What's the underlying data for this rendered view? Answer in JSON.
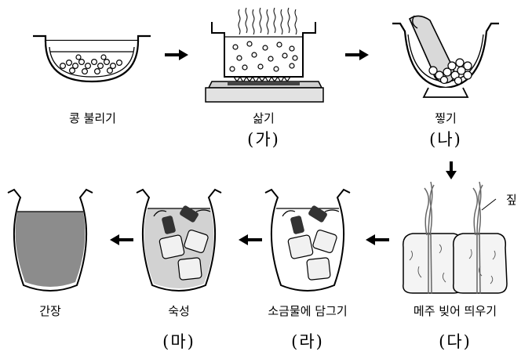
{
  "labels": {
    "bean_soak": "콩 불리기",
    "boil": "삶기",
    "pound": "찧기",
    "meju": "메주 빚어 띄우기",
    "salt_soak": "소금물에 담그기",
    "aging": "숙성",
    "soy_sauce": "간장",
    "straw": "짚"
  },
  "steps": {
    "ga": "(가)",
    "na": "(나)",
    "da": "(다)",
    "ra": "(라)",
    "ma": "(마)"
  },
  "icons": {
    "arrow": "black-arrow-icon",
    "soak_bowl": "bowl-with-beans-icon",
    "boil_pot": "pot-on-stove-icon",
    "mortar": "mortar-and-pestle-icon",
    "meju_blocks": "meju-blocks-with-straw-icon",
    "jar": "onggi-jar-icon"
  }
}
